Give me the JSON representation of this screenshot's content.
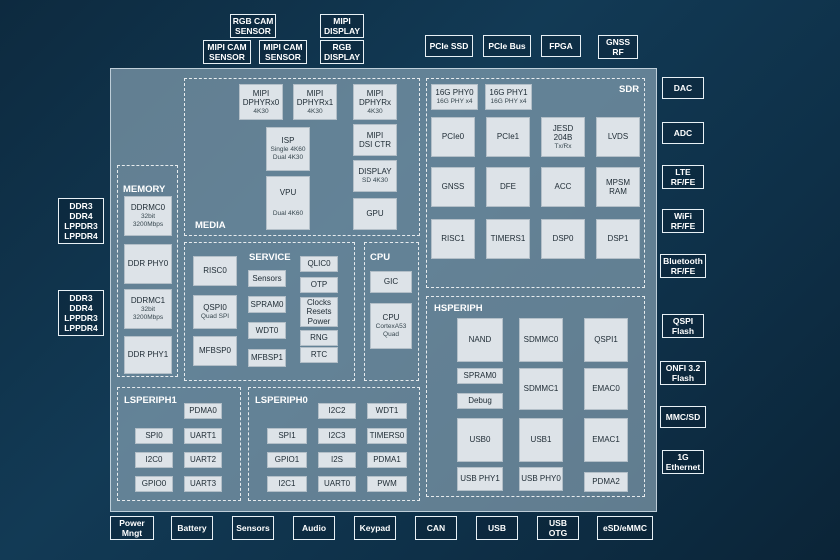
{
  "colors": {
    "background": "#123a55",
    "chip": "#96b0c0",
    "block": "#dde3e8",
    "text": "#ffffff"
  },
  "external": {
    "rgb_cam_sensor": "RGB CAM\nSENSOR",
    "mipi_cam_sensor_1": "MIPI CAM\nSENSOR",
    "mipi_cam_sensor_2": "MIPI CAM\nSENSOR",
    "mipi_display": "MIPI\nDISPLAY",
    "rgb_display": "RGB\nDISPLAY",
    "pcie_ssd": "PCIe SSD",
    "pcie_bus": "PCIe Bus",
    "fpga": "FPGA",
    "gnss_rf": "GNSS\nRF",
    "ddr_group_1": "DDR3\nDDR4\nLPPDR3\nLPPDR4",
    "ddr_group_2": "DDR3\nDDR4\nLPPDR3\nLPPDR4",
    "dac": "DAC",
    "adc": "ADC",
    "lte": "LTE\nRF/FE",
    "wifi": "WiFi\nRF/FE",
    "bluetooth": "Bluetooth\nRF/FE",
    "qspi_flash": "QSPI\nFlash",
    "onfi_flash": "ONFI 3.2\nFlash",
    "mmc_sd": "MMC/SD",
    "ethernet": "1G\nEthernet",
    "power_mngt": "Power\nMngt",
    "battery": "Battery",
    "sensors": "Sensors",
    "audio": "Audio",
    "keypad": "Keypad",
    "can": "CAN",
    "usb": "USB",
    "usb_otg": "USB\nOTG",
    "esd_emmc": "eSD/eMMC"
  },
  "groups": {
    "media": "MEDIA",
    "sdr": "SDR",
    "memory": "MEMORY",
    "service": "SERVICE",
    "cpu": "CPU",
    "hsperiph": "HSPERIPH",
    "lsperiph1": "LSPERIPH1",
    "lsperiph0": "LSPERIPH0"
  },
  "blocks": {
    "mipi_dphyrx0": {
      "title": "MIPI\nDPHYRx0",
      "sub": "4K30"
    },
    "mipi_dphyrx1": {
      "title": "MIPI\nDPHYRx1",
      "sub": "4K30"
    },
    "mipi_dphyrx": {
      "title": "MIPI\nDPHYRx",
      "sub": "4K30"
    },
    "isp": {
      "title": "ISP",
      "sub": "Single 4K60\nDual 4K30"
    },
    "mipi_dsi_ctr": {
      "title": "MIPI\nDSI CTR",
      "sub": ""
    },
    "display": {
      "title": "DISPLAY",
      "sub": "SD 4K30"
    },
    "vpu": {
      "title": "VPU",
      "sub": "Dual 4K60"
    },
    "gpu": {
      "title": "GPU",
      "sub": ""
    },
    "phy_16g_0": {
      "title": "16G PHY0",
      "sub": "16G PHY x4"
    },
    "phy_16g_1": {
      "title": "16G PHY1",
      "sub": "16G PHY x4"
    },
    "pcie0": {
      "title": "PCIe0",
      "sub": ""
    },
    "pcie1": {
      "title": "PCIe1",
      "sub": ""
    },
    "jesd": {
      "title": "JESD\n204B",
      "sub": "Tx/Rx"
    },
    "lvds": {
      "title": "LVDS",
      "sub": ""
    },
    "gnss": {
      "title": "GNSS",
      "sub": ""
    },
    "dfe": {
      "title": "DFE",
      "sub": ""
    },
    "acc": {
      "title": "ACC",
      "sub": ""
    },
    "mpsm_ram": {
      "title": "MPSM\nRAM",
      "sub": ""
    },
    "risc1": {
      "title": "RISC1",
      "sub": ""
    },
    "timers1": {
      "title": "TIMERS1",
      "sub": ""
    },
    "dsp0": {
      "title": "DSP0",
      "sub": ""
    },
    "dsp1": {
      "title": "DSP1",
      "sub": ""
    },
    "ddrmc0": {
      "title": "DDRMC0",
      "sub": "32bit\n3200Mbps"
    },
    "ddr_phy0": {
      "title": "DDR PHY0",
      "sub": ""
    },
    "ddrmc1": {
      "title": "DDRMC1",
      "sub": "32bit\n3200Mbps"
    },
    "ddr_phy1": {
      "title": "DDR PHY1",
      "sub": ""
    },
    "risc0": {
      "title": "RISC0",
      "sub": ""
    },
    "sensors_blk": {
      "title": "Sensors",
      "sub": ""
    },
    "qlic0": {
      "title": "QLIC0",
      "sub": ""
    },
    "qspi0": {
      "title": "QSPI0",
      "sub": "Quad SPI"
    },
    "spram0": {
      "title": "SPRAM0",
      "sub": ""
    },
    "otp": {
      "title": "OTP",
      "sub": ""
    },
    "wdt0": {
      "title": "WDT0",
      "sub": ""
    },
    "clocks": {
      "title": "Clocks\nResets\nPower",
      "sub": ""
    },
    "mfbsp0": {
      "title": "MFBSP0",
      "sub": ""
    },
    "mfbsp1": {
      "title": "MFBSP1",
      "sub": ""
    },
    "rng": {
      "title": "RNG",
      "sub": ""
    },
    "rtc": {
      "title": "RTC",
      "sub": ""
    },
    "gic": {
      "title": "GIC",
      "sub": ""
    },
    "cpu_core": {
      "title": "CPU",
      "sub": "CortexA53\nQuad"
    },
    "nand": {
      "title": "NAND",
      "sub": ""
    },
    "sdmmc0": {
      "title": "SDMMC0",
      "sub": ""
    },
    "qspi1": {
      "title": "QSPI1",
      "sub": ""
    },
    "spram0_hs": {
      "title": "SPRAM0",
      "sub": ""
    },
    "debug": {
      "title": "Debug",
      "sub": ""
    },
    "sdmmc1": {
      "title": "SDMMC1",
      "sub": ""
    },
    "emac0": {
      "title": "EMAC0",
      "sub": ""
    },
    "usb0": {
      "title": "USB0",
      "sub": ""
    },
    "usb1": {
      "title": "USB1",
      "sub": ""
    },
    "emac1": {
      "title": "EMAC1",
      "sub": ""
    },
    "usb_phy1": {
      "title": "USB PHY1",
      "sub": ""
    },
    "usb_phy0": {
      "title": "USB PHY0",
      "sub": ""
    },
    "pdma2": {
      "title": "PDMA2",
      "sub": ""
    },
    "pdma0": {
      "title": "PDMA0",
      "sub": ""
    },
    "spi0": {
      "title": "SPI0",
      "sub": ""
    },
    "uart1": {
      "title": "UART1",
      "sub": ""
    },
    "i2c0": {
      "title": "I2C0",
      "sub": ""
    },
    "uart2": {
      "title": "UART2",
      "sub": ""
    },
    "gpio0": {
      "title": "GPIO0",
      "sub": ""
    },
    "uart3": {
      "title": "UART3",
      "sub": ""
    },
    "i2c2": {
      "title": "I2C2",
      "sub": ""
    },
    "wdt1": {
      "title": "WDT1",
      "sub": ""
    },
    "spi1": {
      "title": "SPI1",
      "sub": ""
    },
    "i2c3": {
      "title": "I2C3",
      "sub": ""
    },
    "timers0": {
      "title": "TIMERS0",
      "sub": ""
    },
    "gpio1": {
      "title": "GPIO1",
      "sub": ""
    },
    "i2s": {
      "title": "I2S",
      "sub": ""
    },
    "pdma1": {
      "title": "PDMA1",
      "sub": ""
    },
    "i2c1": {
      "title": "I2C1",
      "sub": ""
    },
    "uart0": {
      "title": "UART0",
      "sub": ""
    },
    "pwm": {
      "title": "PWM",
      "sub": ""
    }
  }
}
